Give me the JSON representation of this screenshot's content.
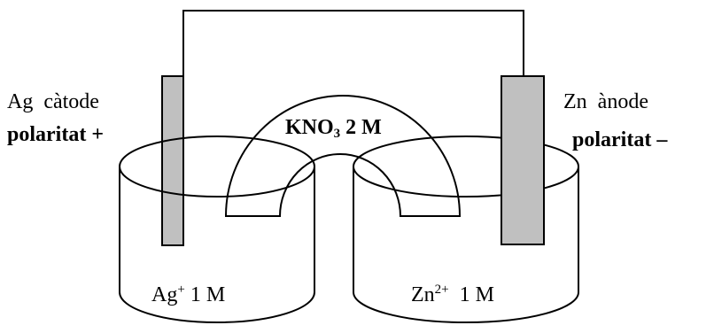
{
  "cathode": {
    "label": "Ag  càtode",
    "polarity": "polaritat +"
  },
  "anode": {
    "label": "Zn  ànode",
    "polarity": "polaritat –"
  },
  "salt_bridge": {
    "formula_main": "KNO",
    "formula_sub": "3",
    "concentration": " 2 M"
  },
  "left_solution": {
    "ion": "Ag",
    "charge": "+",
    "concentration": " 1 M"
  },
  "right_solution": {
    "ion": "Zn",
    "charge": "2+",
    "concentration": "  1 M"
  },
  "colors": {
    "line": "#000000",
    "electrode": "#c0c0c0",
    "background": "#ffffff"
  }
}
